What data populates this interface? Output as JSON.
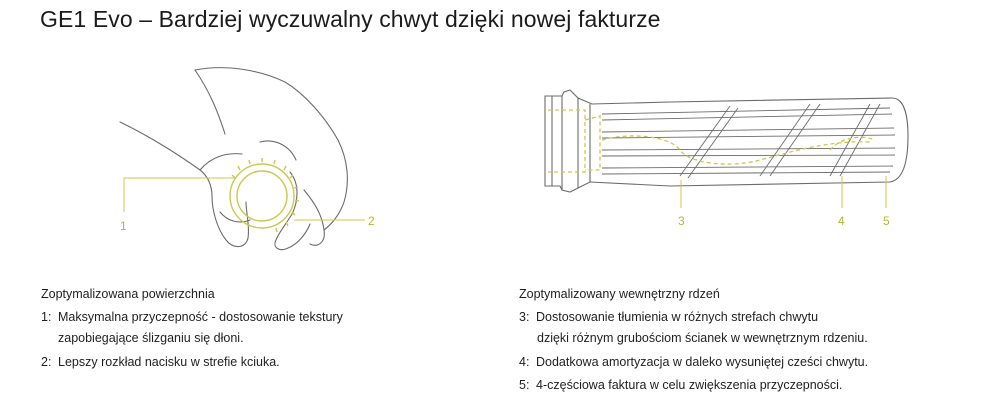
{
  "title": "GE1 Evo – Bardziej wyczuwalny chwyt dzięki nowej fakturze",
  "accent_color": "#c9c94f",
  "line_color": "#6b6b6b",
  "left_figure": {
    "icon": "hand-gripping-handlebar-illustration",
    "callouts": [
      "1",
      "2"
    ]
  },
  "right_figure": {
    "icon": "ergon-grip-side-view-illustration",
    "callouts": [
      "3",
      "4",
      "5"
    ]
  },
  "left_column": {
    "heading": "Zoptymalizowana powierzchnia",
    "items": [
      {
        "num": "1:",
        "line1": "Maksymalna przyczepność - dostosowanie tekstury",
        "line2": "zapobiegające ślizganiu się dłoni."
      },
      {
        "num": "2:",
        "line1": "Lepszy rozkład nacisku w strefie kciuka.",
        "line2": ""
      }
    ]
  },
  "right_column": {
    "heading": "Zoptymalizowany wewnętrzny rdzeń",
    "items": [
      {
        "num": "3:",
        "line1": "Dostosowanie tłumienia w różnych strefach chwytu",
        "line2": "dzięki różnym grubościom ścianek w wewnętrznym rdzeniu."
      },
      {
        "num": "4:",
        "line1": "Dodatkowa amortyzacja w daleko wysuniętej cześci chwytu.",
        "line2": ""
      },
      {
        "num": "5:",
        "line1": "4-częściowa faktura w celu zwiększenia przyczepności.",
        "line2": ""
      }
    ]
  }
}
